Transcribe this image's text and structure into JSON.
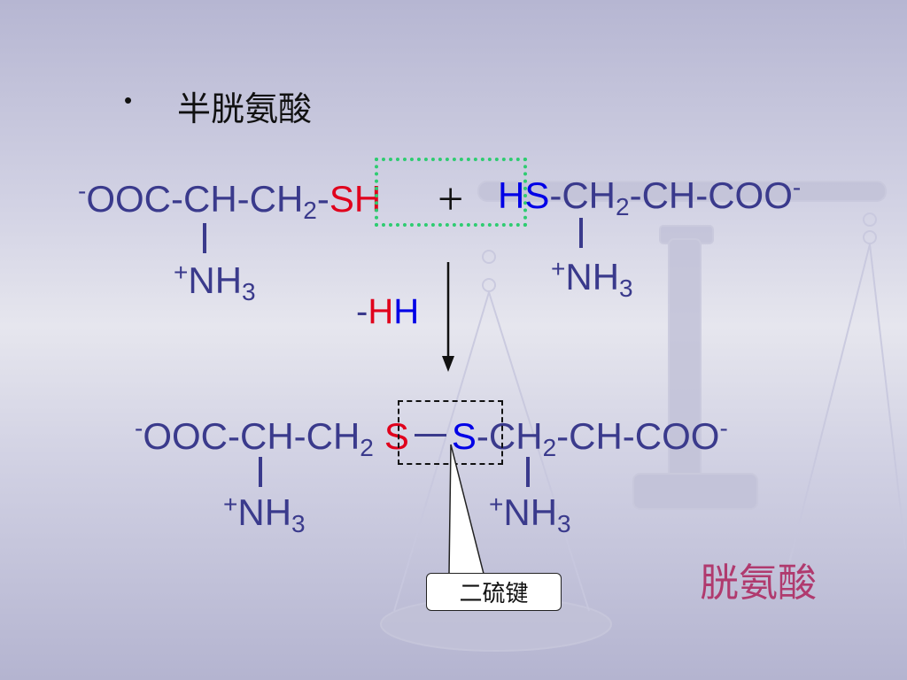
{
  "header": {
    "bullet": "•",
    "title": "半胱氨酸"
  },
  "reactant_left": {
    "charge": "-",
    "chain_a": "OOC-CH-CH",
    "sub2": "2",
    "dash": "-",
    "s": "S",
    "h": "H",
    "amine_plus": "+",
    "amine": "NH",
    "amine_sub": "3"
  },
  "plus": "+",
  "reactant_right": {
    "h": "H",
    "s": "S",
    "chain_a": "-CH",
    "sub2": "2",
    "chain_b": "-CH-COO",
    "charge": "-",
    "amine_plus": "+",
    "amine": "NH",
    "amine_sub": "3"
  },
  "elimination": {
    "minus": "-",
    "h_red": "H",
    "h_blue": "H"
  },
  "product": {
    "charge": "-",
    "chain_a": "OOC-CH-CH",
    "sub2_left": "2",
    "s_left": "S",
    "s_right": "S",
    "dash": "-",
    "chain_b": "CH",
    "sub2_right": "2",
    "chain_c": "-CH-COO",
    "charge_right": "-",
    "amine_plus": "+",
    "amine": "NH",
    "amine_sub": "3"
  },
  "callout": {
    "label": "二硫键"
  },
  "product_name": "胱氨酸",
  "colors": {
    "chem_text": "#3a3a8c",
    "red_atom": "#e0001c",
    "blue_atom": "#0000e6",
    "highlight_box": "#2ecc71",
    "product_name": "#b03a6e"
  }
}
